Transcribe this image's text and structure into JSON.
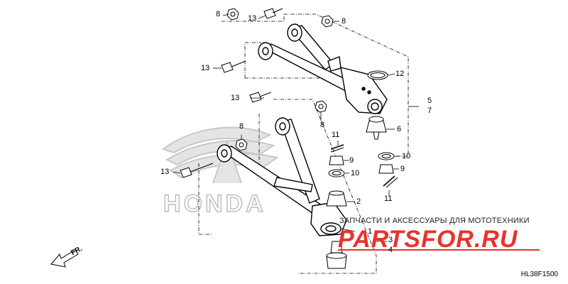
{
  "diagram": {
    "code": "HL38F1500",
    "front_marker": "FR.",
    "brand_watermark": "HONDA",
    "callouts": {
      "p1": "1",
      "p2": "2",
      "p3": "3",
      "p4": "4",
      "p5": "5",
      "p6": "6",
      "p7": "7",
      "p8a": "8",
      "p8b": "8",
      "p8c": "8",
      "p8d": "8",
      "p9a": "9",
      "p9b": "9",
      "p10a": "10",
      "p10b": "10",
      "p11a": "11",
      "p11b": "11",
      "p12": "12",
      "p13a": "13",
      "p13b": "13",
      "p13c": "13",
      "p13d": "13"
    }
  },
  "watermark": {
    "tagline": "ЗАПЧАСТИ И АКСЕССУАРЫ ДЛЯ МОТОТЕХНИКИ",
    "brand": "PARTSFOR.RU",
    "brand_color": "#e8332a"
  }
}
